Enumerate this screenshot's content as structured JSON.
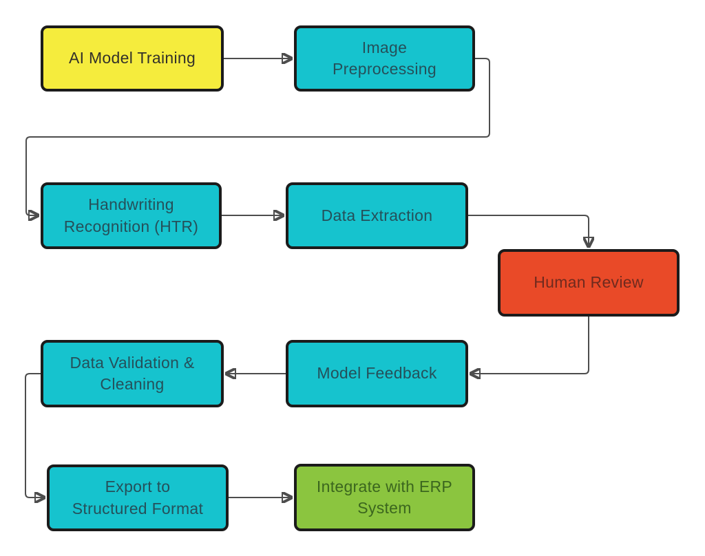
{
  "diagram": {
    "type": "flowchart",
    "background": "#FFFFFF",
    "line_color": "#4D4D4D",
    "arrow_color": "#333333",
    "border_color": "#1B1B1B",
    "nodes": [
      {
        "id": "ai-model-training",
        "label": "AI Model Training",
        "fill": "#F5EC3D",
        "text_color": "#33312A"
      },
      {
        "id": "image-preprocessing",
        "label": "Image\nPreprocessing",
        "fill": "#16C3CE",
        "text_color": "#25505A"
      },
      {
        "id": "handwriting-recognition",
        "label": "Handwriting\nRecognition (HTR)",
        "fill": "#16C3CE",
        "text_color": "#25505A"
      },
      {
        "id": "data-extraction",
        "label": "Data Extraction",
        "fill": "#16C3CE",
        "text_color": "#25505A"
      },
      {
        "id": "human-review",
        "label": "Human Review",
        "fill": "#E94A28",
        "text_color": "#6F2A1E"
      },
      {
        "id": "data-validation-cleaning",
        "label": "Data Validation &\nCleaning",
        "fill": "#16C3CE",
        "text_color": "#25505A"
      },
      {
        "id": "model-feedback",
        "label": "Model Feedback",
        "fill": "#16C3CE",
        "text_color": "#25505A"
      },
      {
        "id": "export-structured-format",
        "label": "Export to\nStructured Format",
        "fill": "#16C3CE",
        "text_color": "#25505A"
      },
      {
        "id": "integrate-erp-system",
        "label": "Integrate with ERP\nSystem",
        "fill": "#8BC53F",
        "text_color": "#3B661E"
      }
    ],
    "edges": [
      {
        "from": "ai-model-training",
        "to": "image-preprocessing"
      },
      {
        "from": "image-preprocessing",
        "to": "handwriting-recognition"
      },
      {
        "from": "handwriting-recognition",
        "to": "data-extraction"
      },
      {
        "from": "data-extraction",
        "to": "human-review"
      },
      {
        "from": "human-review",
        "to": "model-feedback"
      },
      {
        "from": "model-feedback",
        "to": "data-validation-cleaning"
      },
      {
        "from": "data-validation-cleaning",
        "to": "export-structured-format"
      },
      {
        "from": "export-structured-format",
        "to": "integrate-erp-system"
      }
    ]
  }
}
